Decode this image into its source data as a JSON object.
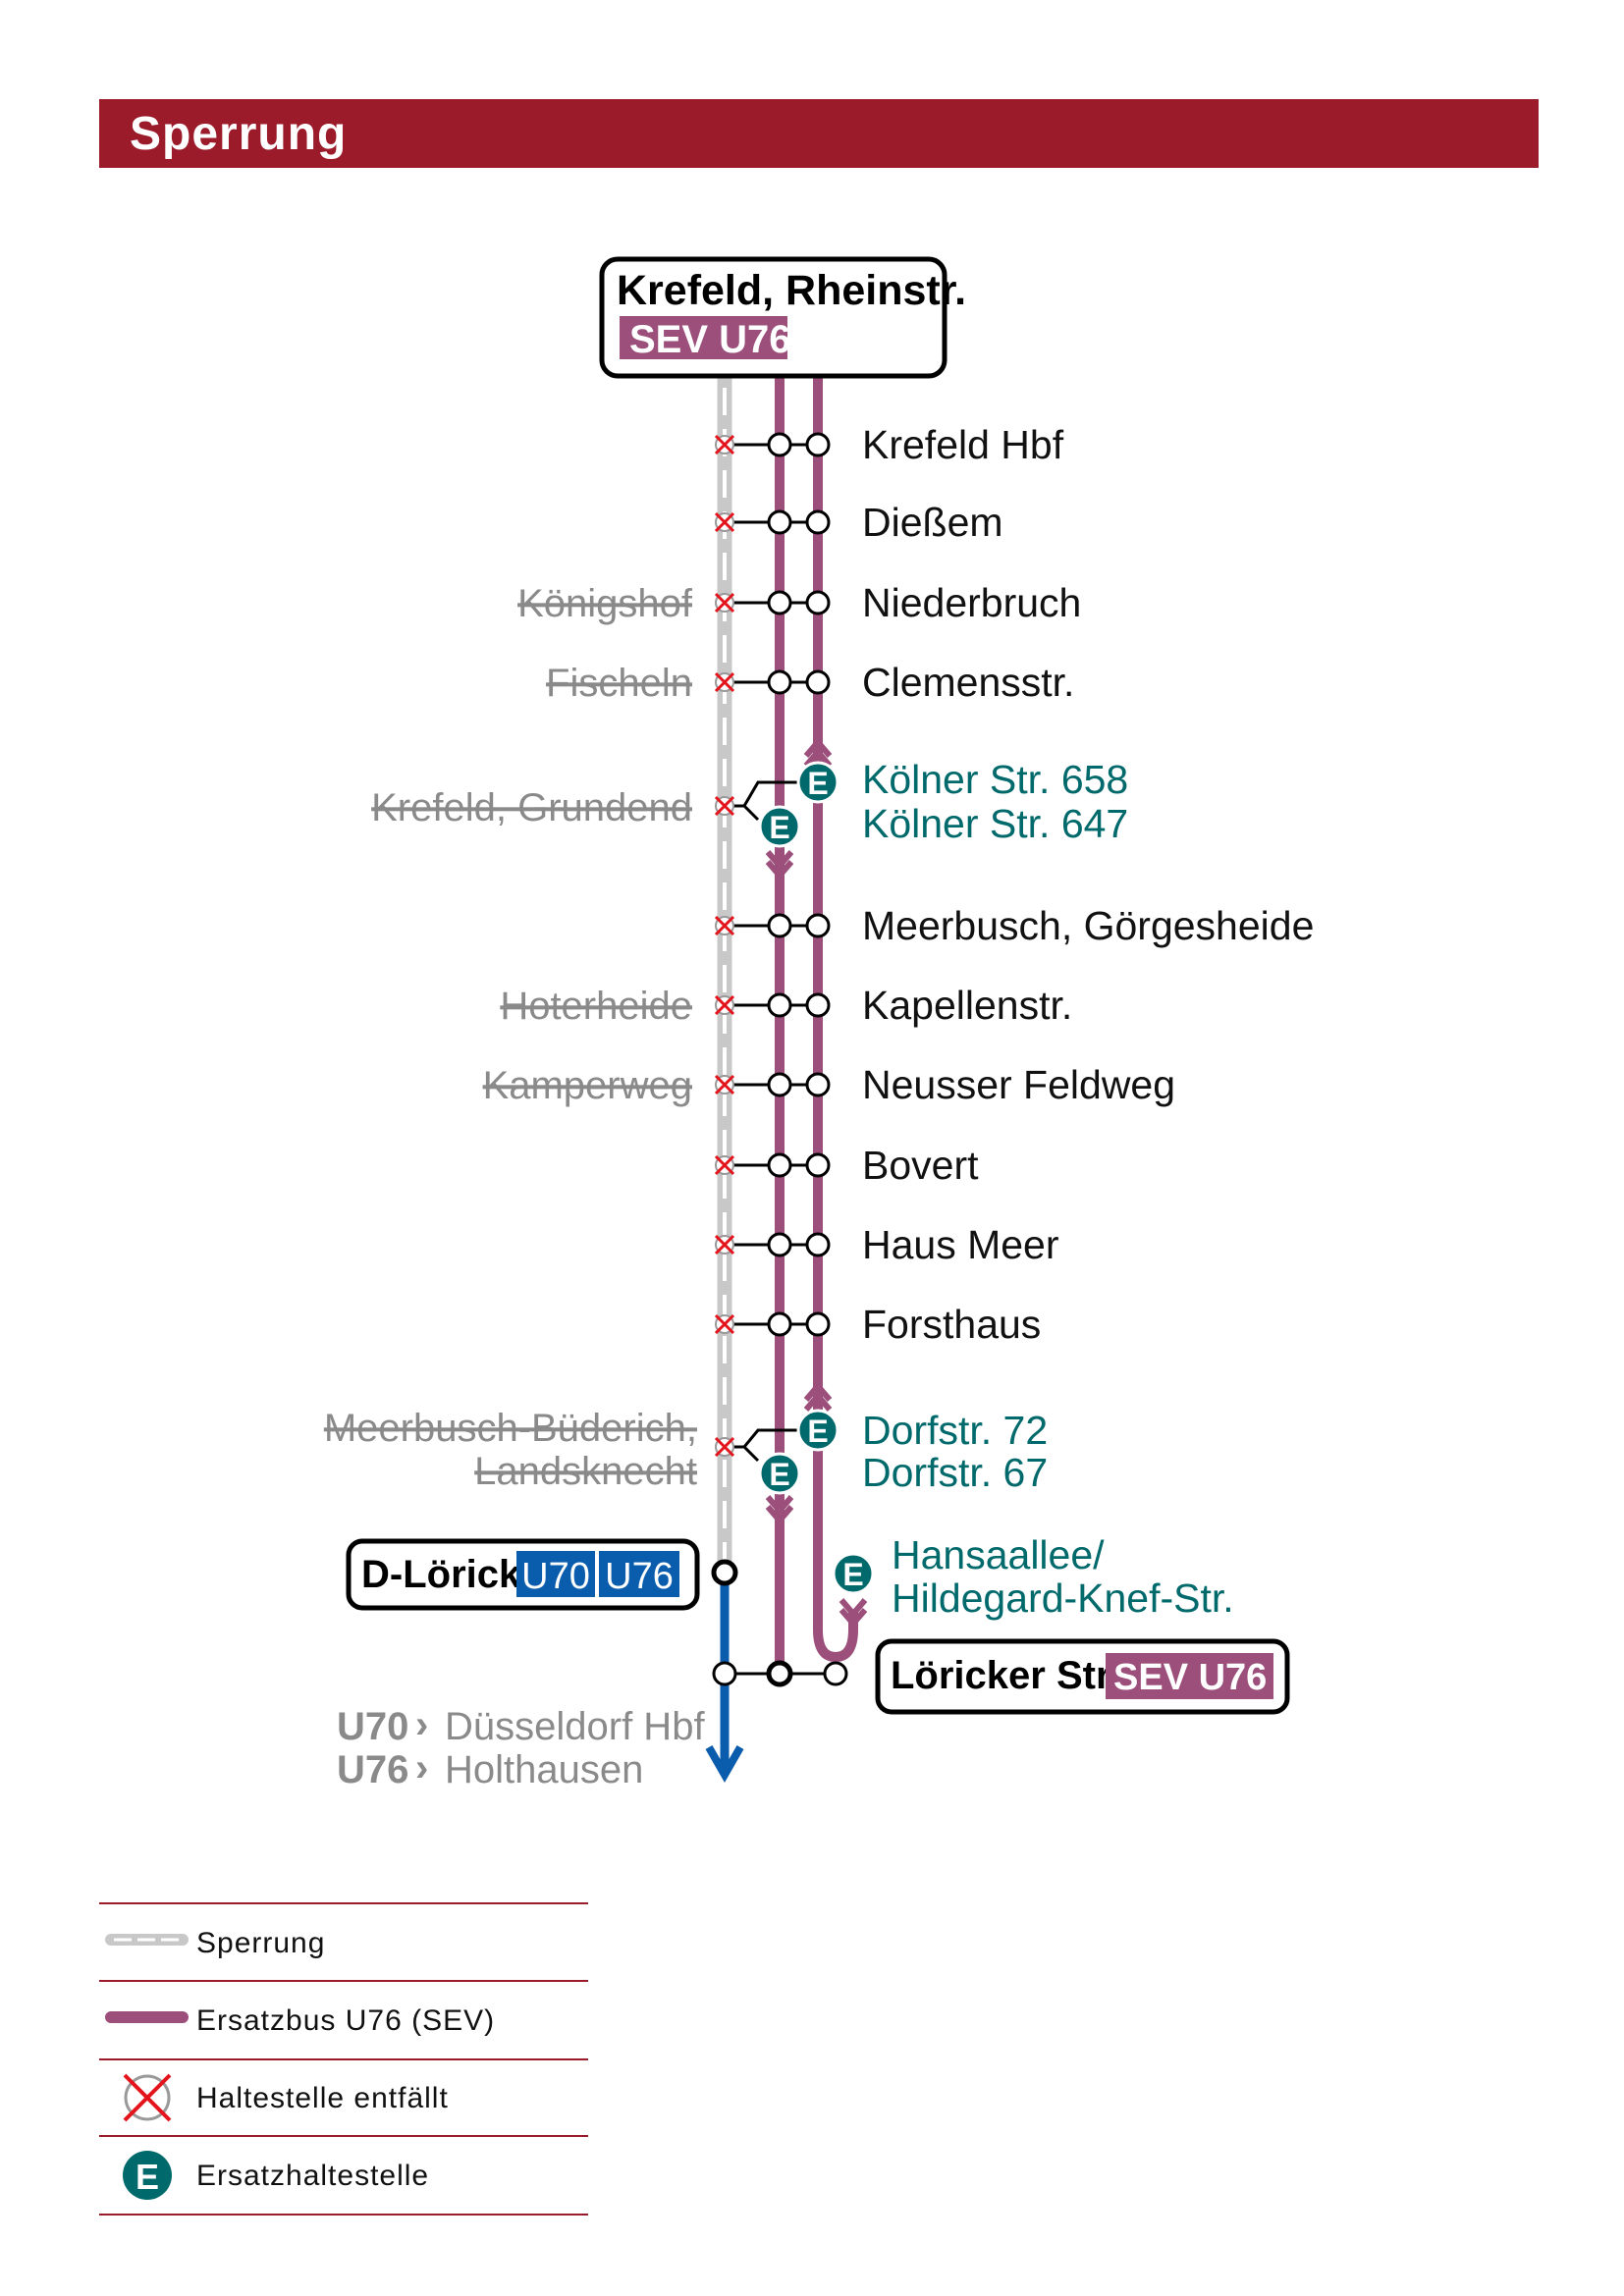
{
  "header": {
    "title": "Sperrung",
    "color": "#9b1b2a"
  },
  "colors": {
    "sev": "#9b4f7a",
    "blocked": "#c8c8c8",
    "ubahn": "#0a5cad",
    "ersatz": "#00696b",
    "cancel": "#e3141b"
  },
  "terminus_top": {
    "name": "Krefeld, Rheinstr.",
    "badge": "SEV U76"
  },
  "stops": [
    {
      "name": "Krefeld Hbf",
      "old_name": ""
    },
    {
      "name": "Dießem",
      "old_name": ""
    },
    {
      "name": "Niederbruch",
      "old_name": "Königshof"
    },
    {
      "name": "Clemensstr.",
      "old_name": "Fischeln"
    },
    {
      "name": "Meerbusch, Görgesheide",
      "old_name": ""
    },
    {
      "name": "Kapellenstr.",
      "old_name": "Hoterheide"
    },
    {
      "name": "Neusser Feldweg",
      "old_name": "Kamperweg"
    },
    {
      "name": "Bovert",
      "old_name": ""
    },
    {
      "name": "Haus Meer",
      "old_name": ""
    },
    {
      "name": "Forsthaus",
      "old_name": ""
    }
  ],
  "replacement_groups": [
    {
      "old_name": "Krefeld, Grundend",
      "stop_a": "Kölner Str. 658",
      "stop_b": "Kölner Str. 647",
      "badge": "E"
    },
    {
      "old_name_1": "Meerbusch-Büderich,",
      "old_name_2": "Landsknecht",
      "stop_a": "Dorfstr. 72",
      "stop_b": "Dorfstr. 67",
      "badge": "E"
    }
  ],
  "hansaallee": {
    "line1": "Hansaallee/",
    "line2": "Hildegard-Knef-Str.",
    "badge": "E"
  },
  "lorick": {
    "name": "D-Lörick",
    "badges": [
      "U70",
      "U76"
    ]
  },
  "loricker": {
    "name": "Löricker Str.",
    "badge": "SEV U76"
  },
  "destinations": [
    {
      "line": "U70",
      "arrow": "›",
      "dest": "Düsseldorf Hbf"
    },
    {
      "line": "U76",
      "arrow": "›",
      "dest": "Holthausen"
    }
  ],
  "legend": [
    {
      "icon": "blocked-line-icon",
      "label": "Sperrung"
    },
    {
      "icon": "sev-line-icon",
      "label": "Ersatzbus U76 (SEV)"
    },
    {
      "icon": "cancelled-stop-icon",
      "label": "Haltestelle entfällt"
    },
    {
      "icon": "ersatz-stop-icon",
      "label": "Ersatzhaltestelle",
      "badge": "E"
    }
  ]
}
